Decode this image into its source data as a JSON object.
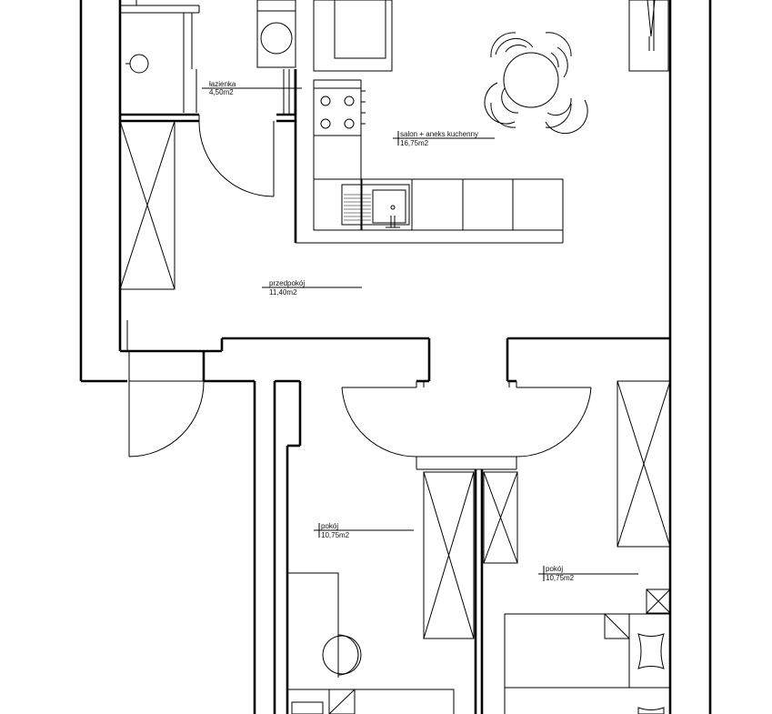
{
  "rooms": {
    "bathroom": {
      "name": "łazienka",
      "area": "4,50m2"
    },
    "living": {
      "name": "salon + aneks kuchenny",
      "area": "16,75m2"
    },
    "hall": {
      "name": "przedpokój",
      "area": "11,40m2"
    },
    "room_left": {
      "name": "pokój",
      "area": "10,75m2"
    },
    "room_right": {
      "name": "pokój",
      "area": "10,75m2"
    }
  }
}
